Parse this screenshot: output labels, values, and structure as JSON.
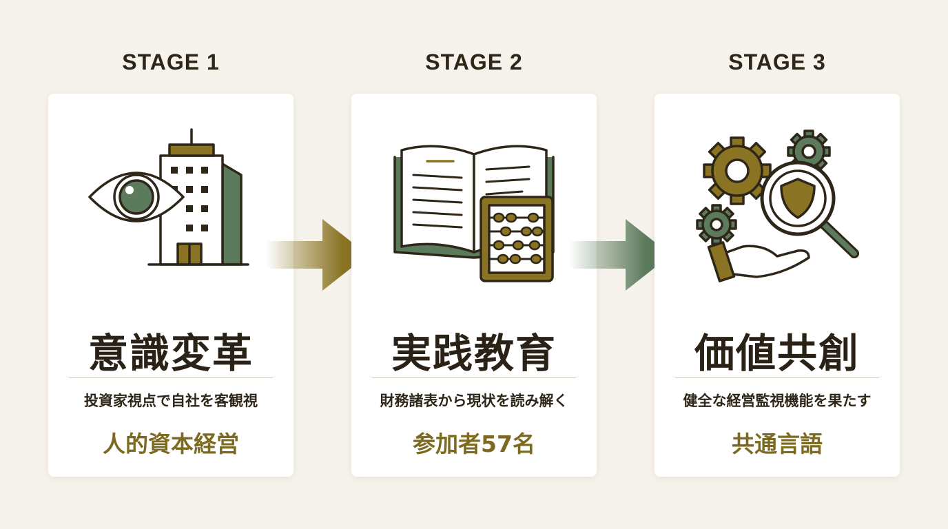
{
  "stages": [
    {
      "label": "STAGE 1",
      "icon": "eye-building-icon",
      "title": "意識変革",
      "subtitle": "投資家視点で自社を客観視",
      "highlight": "人的資本経営"
    },
    {
      "label": "STAGE 2",
      "icon": "book-abacus-icon",
      "title": "実践教育",
      "subtitle": "財務諸表から現状を読み解く",
      "highlight": "参加者57名"
    },
    {
      "label": "STAGE 3",
      "icon": "gears-shield-magnifier-icon",
      "title": "価値共創",
      "subtitle": "健全な経営監視機能を果たす",
      "highlight": "共通言語"
    }
  ],
  "colors": {
    "background": "#f6f3ec",
    "gold": "#8a7424",
    "green": "#5c7a5c",
    "dark": "#2e2618"
  }
}
